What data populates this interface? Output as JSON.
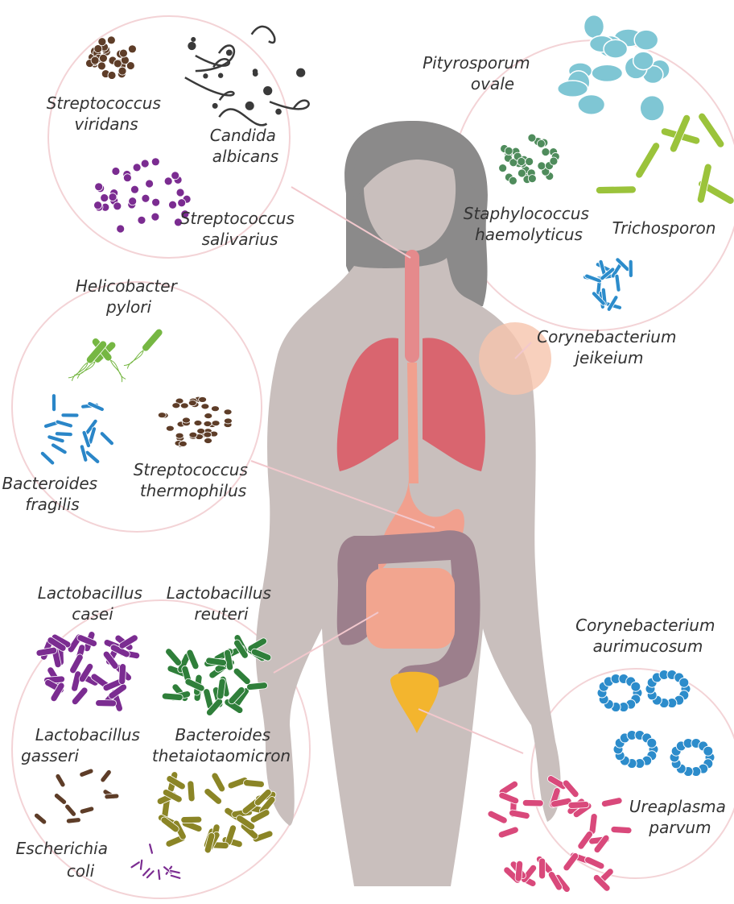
{
  "colors": {
    "body": "#c9bfbd",
    "hair": "#8b8a8a",
    "circle_stroke": "#f3d3d6",
    "lung": "#d9656f",
    "trachea": "#e58a8c",
    "stomach": "#f1a08e",
    "colon": "#9c7f8c",
    "small_intestine": "#f2a58f",
    "bladder": "#f3b52e",
    "skin_spot": "#f6c4ad",
    "leader": "#f2c8cd",
    "brown": "#5e3d28",
    "dark_gray": "#3a3a3a",
    "purple": "#7b2c91",
    "light_blue": "#7fc6d4",
    "green": "#4f8c5c",
    "lime": "#9bc33b",
    "blue": "#2c8ccb",
    "light_green": "#76b743",
    "bright_blue": "#2a86c8",
    "dark_green": "#2f7f3a",
    "olive": "#8b8526",
    "pink": "#d9497b"
  },
  "groups": {
    "mouth": {
      "organisms": [
        {
          "line1": "Streptococcus",
          "line2": "viridans",
          "icon": "cocci-cluster",
          "color": "brown"
        },
        {
          "line1": "Candida",
          "line2": "albicans",
          "icon": "hyphae",
          "color": "dark_gray"
        },
        {
          "line1": "Streptococcus",
          "line2": "salivarius",
          "icon": "cocci-cluster",
          "color": "purple"
        }
      ]
    },
    "skin": {
      "organisms": [
        {
          "line1": "Pityrosporum",
          "line2": "ovale",
          "icon": "yeast-cells",
          "color": "light_blue"
        },
        {
          "line1": "Staphylococcus",
          "line2": "haemolyticus",
          "icon": "cocci-cluster",
          "color": "green"
        },
        {
          "line1": "Trichosporon",
          "line2": "",
          "icon": "long-rods",
          "color": "lime"
        },
        {
          "line1": "Corynebacterium",
          "line2": "jeikeium",
          "icon": "short-rods",
          "color": "blue"
        }
      ]
    },
    "stomach": {
      "organisms": [
        {
          "line1": "Helicobacter",
          "line2": "pylori",
          "icon": "flagellated-rods",
          "color": "light_green"
        },
        {
          "line1": "Bacteroides",
          "line2": "fragilis",
          "icon": "short-rods",
          "color": "bright_blue"
        },
        {
          "line1": "Streptococcus",
          "line2": "thermophilus",
          "icon": "cocci-chains",
          "color": "brown"
        }
      ]
    },
    "intestine": {
      "organisms": [
        {
          "line1": "Lactobacillus",
          "line2": "casei",
          "icon": "rods",
          "color": "purple"
        },
        {
          "line1": "Lactobacillus",
          "line2": "reuteri",
          "icon": "rods",
          "color": "dark_green"
        },
        {
          "line1": "Lactobacillus",
          "line2": "gasseri",
          "icon": "chain-rods",
          "color": "brown"
        },
        {
          "line1": "Bacteroides",
          "line2": "thetaiotaomicron",
          "icon": "rods",
          "color": "olive"
        },
        {
          "line1": "Escherichia",
          "line2": "coli",
          "icon": "small-rods",
          "color": "purple"
        }
      ]
    },
    "urogenital": {
      "organisms": [
        {
          "line1": "Corynebacterium",
          "line2": "aurimucosum",
          "icon": "bead-chains",
          "color": "blue"
        },
        {
          "line1": "Ureaplasma",
          "line2": "parvum",
          "icon": "rods",
          "color": "pink"
        }
      ]
    }
  }
}
